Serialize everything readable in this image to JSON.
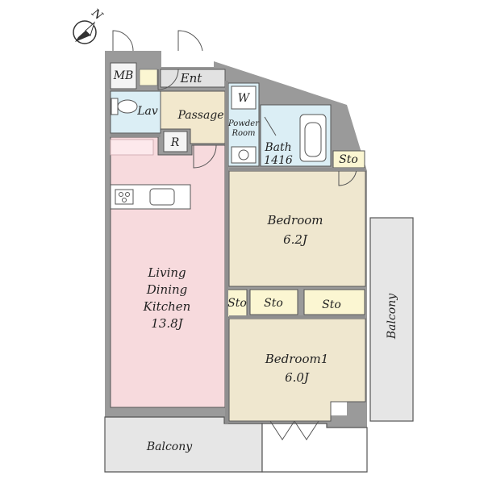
{
  "compass": {
    "north_label": "N",
    "icon": "compass-icon"
  },
  "rooms": {
    "mb": "MB",
    "ent": "Ent",
    "lav": "Lav",
    "passage": "Passage",
    "w": "W",
    "powder_room_line1": "Powder",
    "powder_room_line2": "Room",
    "bath_line1": "Bath",
    "bath_line2": "1416",
    "r": "R",
    "sto_top": "Sto",
    "bedroom_line1": "Bedroom",
    "bedroom_line2": "6.2J",
    "ldk_line1": "Living",
    "ldk_line2": "Dining",
    "ldk_line3": "Kitchen",
    "ldk_line4": "13.8J",
    "sto_small": "Sto",
    "sto_mid": "Sto",
    "sto_right": "Sto",
    "bedroom1_line1": "Bedroom1",
    "bedroom1_line2": "6.0J",
    "balcony_side": "Balcony",
    "balcony_bottom": "Balcony"
  },
  "colors": {
    "ldk": "#f7dadd",
    "bedroom": "#efe7cf",
    "wet": "#dbeef5",
    "storage": "#fbf6d2",
    "balcony": "#e6e6e6",
    "wall": "#8f8f8f",
    "floor_misc": "#f4f4f4"
  }
}
